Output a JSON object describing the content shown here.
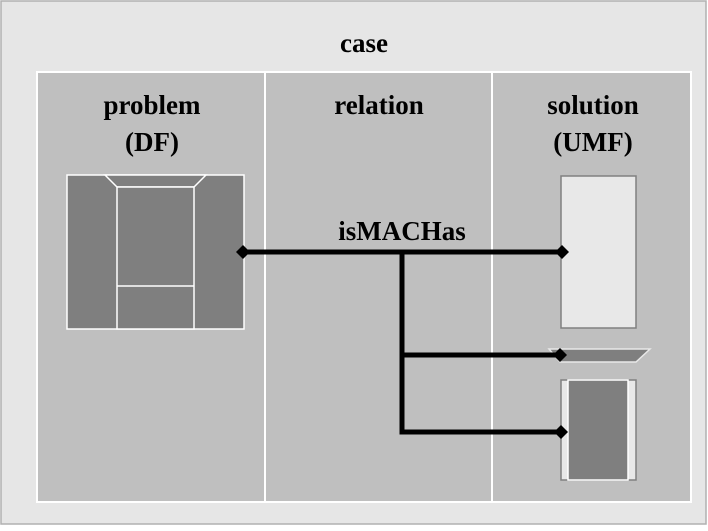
{
  "title": "case",
  "columns": [
    {
      "line1": "problem",
      "line2": "(DF)"
    },
    {
      "line1": "relation",
      "line2": ""
    },
    {
      "line1": "solution",
      "line2": "(UMF)"
    }
  ],
  "relation_label": "isMACHas",
  "colors": {
    "outer_bg": "#e6e6e6",
    "panel_bg": "#bfbfbf",
    "divider": "#ffffff",
    "block_dark": "#7f7f7f",
    "block_light": "#e8e8e8",
    "connector": "#000000"
  }
}
